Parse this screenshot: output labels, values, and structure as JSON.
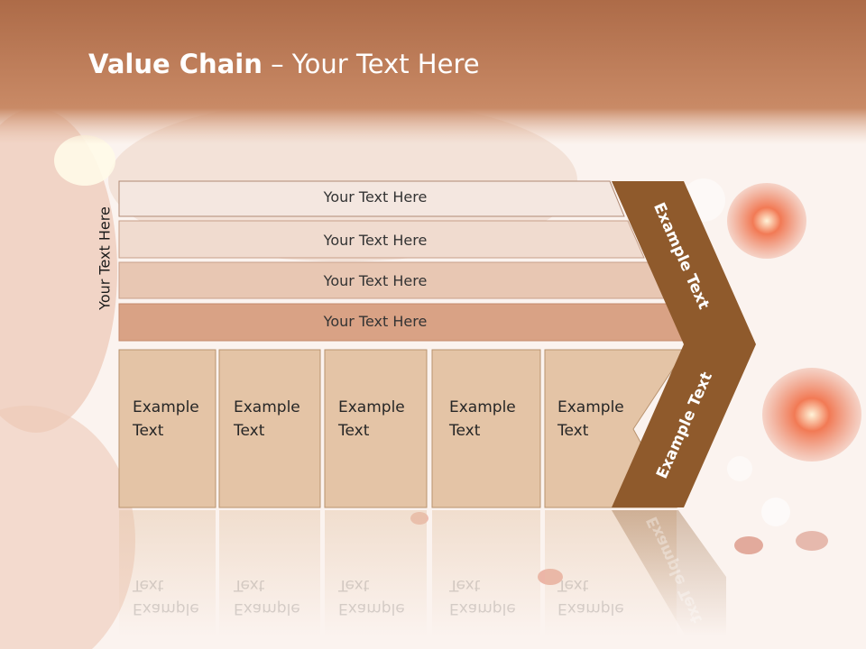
{
  "title": {
    "bold": "Value Chain",
    "rest": " – Your Text Here"
  },
  "side_label": "Your Text Here",
  "bars": [
    {
      "label": "Your Text Here"
    },
    {
      "label": "Your Text Here"
    },
    {
      "label": "Your Text Here"
    },
    {
      "label": "Your Text Here"
    }
  ],
  "columns": [
    {
      "line1": "Example",
      "line2": "Text"
    },
    {
      "line1": "Example",
      "line2": "Text"
    },
    {
      "line1": "Example",
      "line2": "Text"
    },
    {
      "line1": "Example",
      "line2": "Text"
    },
    {
      "line1": "Example",
      "line2": "Text"
    }
  ],
  "chevron": {
    "upper": "Example Text",
    "lower": "Example Text"
  },
  "colors": {
    "header": "#c98a66",
    "bar1": "#f4e7e0",
    "bar2": "#f0dbcf",
    "bar3": "#e8c7b3",
    "bar4": "#d9a285",
    "column": "#e4c4a6",
    "chevron": "#8f5a2c"
  }
}
